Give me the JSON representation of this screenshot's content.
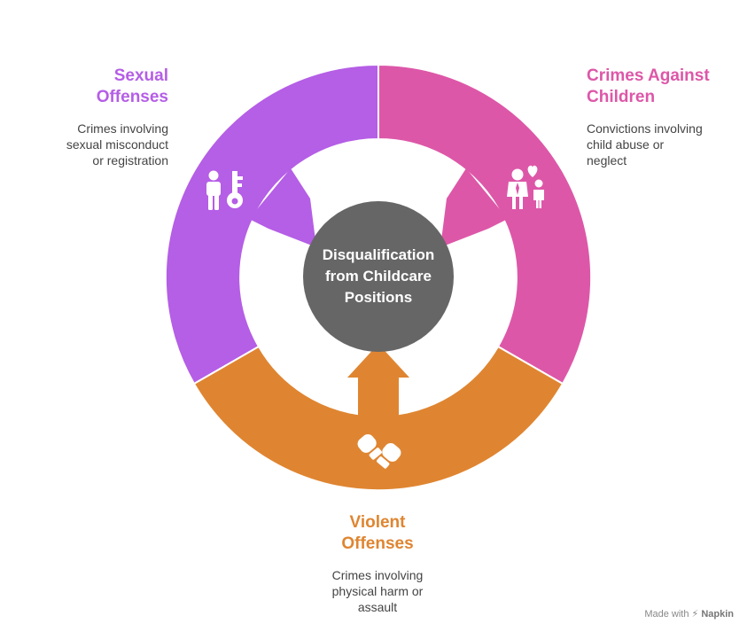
{
  "center": {
    "lines": [
      "Disqualification",
      "from Childcare",
      "Positions"
    ],
    "color": "#666666"
  },
  "segments": [
    {
      "id": "sexual",
      "title_lines": [
        "Sexual",
        "Offenses"
      ],
      "description_lines": [
        "Crimes involving",
        "sexual misconduct",
        "or registration"
      ],
      "color": "#b55ee6",
      "icon": "person-key-icon"
    },
    {
      "id": "children",
      "title_lines": [
        "Crimes Against",
        "Children"
      ],
      "description_lines": [
        "Convictions involving",
        "child abuse or",
        "neglect"
      ],
      "color": "#dd57a8",
      "icon": "adult-child-heart-icon"
    },
    {
      "id": "violent",
      "title_lines": [
        "Violent",
        "Offenses"
      ],
      "description_lines": [
        "Crimes involving",
        "physical harm or",
        "assault"
      ],
      "color": "#df8531",
      "icon": "boxing-gloves-icon"
    }
  ],
  "footer": {
    "prefix": "Made with",
    "brand": "Napkin"
  }
}
